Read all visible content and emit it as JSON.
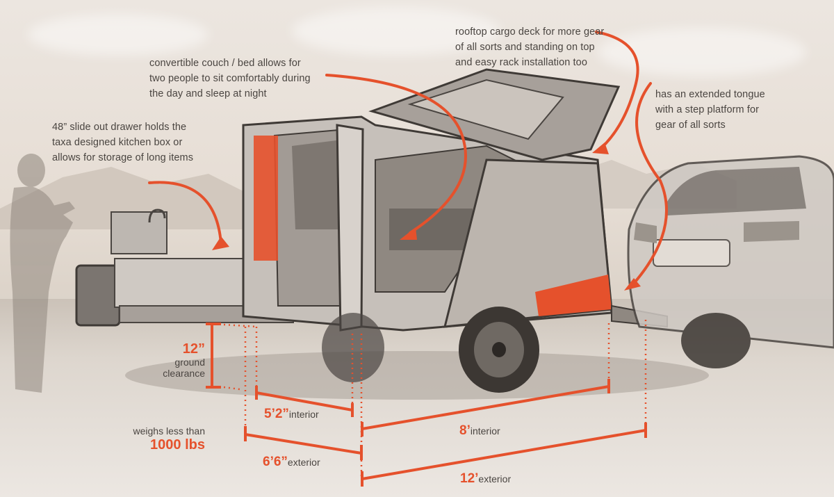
{
  "colors": {
    "accent": "#e5512c",
    "text": "#4a4541",
    "background": "#e9e2db"
  },
  "annotations": {
    "drawer": {
      "lines": [
        "48” slide out drawer holds the",
        "taxa designed kitchen box or",
        "allows for storage of long items"
      ]
    },
    "couch": {
      "lines": [
        "convertible couch / bed allows for",
        "two people to sit comfortably during",
        "the day and sleep at night"
      ]
    },
    "rooftop": {
      "lines": [
        "rooftop cargo deck for more gear",
        "of all sorts and standing on top",
        "and easy rack installation too"
      ]
    },
    "tongue": {
      "lines": [
        "has an extended tongue",
        "with a step platform for",
        "gear of all sorts"
      ]
    }
  },
  "dimensions": {
    "ground_clearance": {
      "value": "12”",
      "label_line1": "ground",
      "label_line2": "clearance"
    },
    "weight": {
      "prefix": "weighs less than",
      "value": "1000 lbs"
    },
    "width_interior": {
      "value": "5’2”",
      "label": "interior"
    },
    "width_exterior": {
      "value": "6’6”",
      "label": "exterior"
    },
    "length_interior": {
      "value": "8’",
      "label": "interior"
    },
    "length_exterior": {
      "value": "12’",
      "label": "exterior"
    }
  },
  "illustration": {
    "subject": "camper-trailer",
    "elements": [
      "person-silhouette",
      "kitchen-drawer",
      "trailer-body",
      "open-roof-hatch",
      "trailer-wheel",
      "tow-vehicle"
    ]
  }
}
